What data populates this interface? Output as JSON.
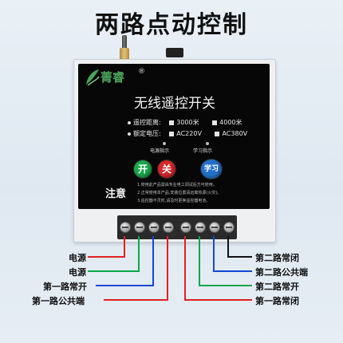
{
  "title": "两路点动控制",
  "brand": {
    "logo_text": "菁睿",
    "reg_mark": "®"
  },
  "panel": {
    "product_name": "无线遥控开关",
    "row1_label": "遥控距离:",
    "row1_opt1": "3000米",
    "row1_opt2": "4000米",
    "row2_label": "额定电压:",
    "row2_opt1": "AC220V",
    "row2_opt2": "AC380V",
    "indicator_power": "电源指示",
    "indicator_learn": "学习指示",
    "btn_on": "开",
    "btn_off": "关",
    "btn_learn": "学习",
    "note_title": "注意",
    "notes": [
      "1.使用此产品需由专业电工调试后方可使用。",
      "2.正常使用本产品,安装位置请远离热源(火灾)。",
      "3.遥控器不灵时,请及时更换遥控器电池。"
    ]
  },
  "colors": {
    "red": "#e02020",
    "green": "#0aa84a",
    "blue": "#1447d8",
    "btn_green": "#1aa84b",
    "btn_red": "#d8262a",
    "btn_blue": "#2370c9"
  },
  "left_labels": [
    "电源",
    "电源",
    "第一路常开",
    "第一路公共端"
  ],
  "right_labels": [
    "第二路常闭",
    "第二路公共端",
    "第二路常开",
    "第一路常闭"
  ]
}
